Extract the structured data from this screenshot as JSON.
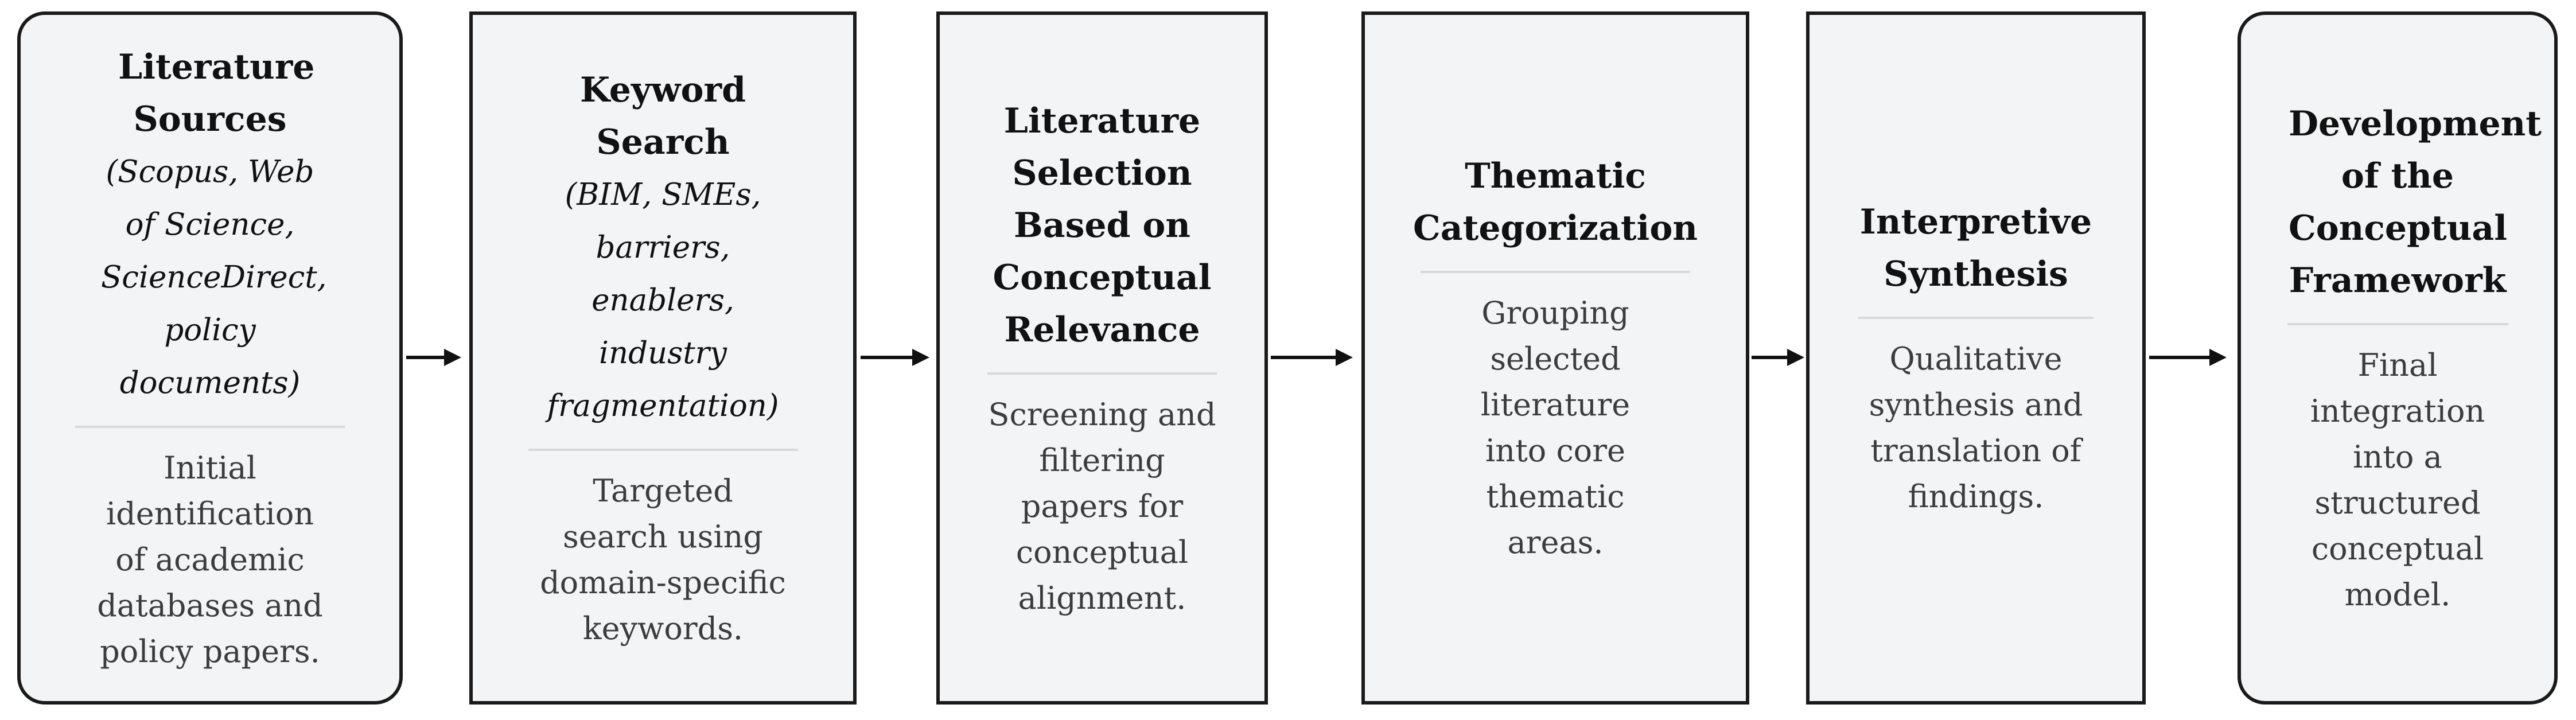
{
  "steps": [
    {
      "title": "Literature Sources",
      "subtitle": "(Scopus, Web of Science, ScienceDirect, policy documents)",
      "description": "Initial identification of academic databases and policy papers."
    },
    {
      "title": "Keyword Search",
      "subtitle": "(BIM, SMEs, barriers, enablers, industry fragmentation)",
      "description": "Targeted search using domain-specific keywords."
    },
    {
      "title": "Literature Selection Based on Conceptual Relevance",
      "subtitle": "",
      "description": "Screening and filtering papers for conceptual alignment."
    },
    {
      "title": "Thematic Categorization",
      "subtitle": "",
      "description": "Grouping selected literature into core thematic areas."
    },
    {
      "title": "Interpretive Synthesis",
      "subtitle": "",
      "description": "Qualitative synthesis and translation of findings."
    },
    {
      "title": "Development of the Conceptual Framework",
      "subtitle": "",
      "description": "Final integration into a structured conceptual model."
    }
  ],
  "colors": {
    "box_fill": "#f3f4f6",
    "border": "#1a1a1a",
    "divider": "#d9d9d9",
    "description_text": "#3c3c3c"
  }
}
